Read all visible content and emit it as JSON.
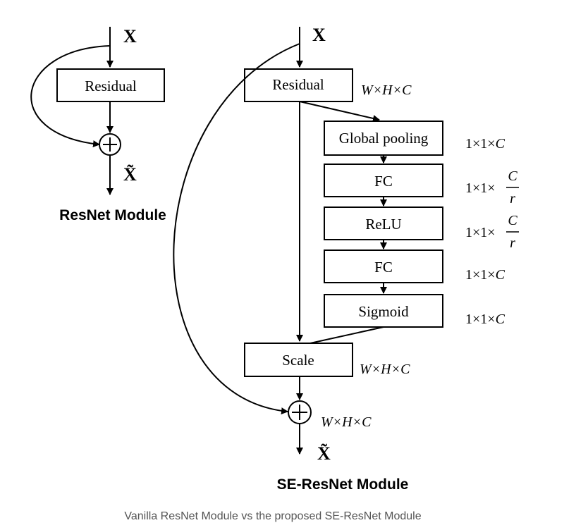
{
  "resnet": {
    "input_label": "X",
    "residual_label": "Residual",
    "output_label": "X̃",
    "title": "ResNet Module"
  },
  "se_resnet": {
    "input_label": "X",
    "residual_label": "Residual",
    "residual_dim": "W×H×C",
    "blocks": [
      {
        "label": "Global pooling",
        "dim_prefix": "1×1×",
        "dim_var": "C"
      },
      {
        "label": "FC",
        "dim_prefix": "1×1×",
        "dim_num": "C",
        "dim_den": "r"
      },
      {
        "label": "ReLU",
        "dim_prefix": "1×1×",
        "dim_num": "C",
        "dim_den": "r"
      },
      {
        "label": "FC",
        "dim_prefix": "1×1×",
        "dim_var": "C"
      },
      {
        "label": "Sigmoid",
        "dim_prefix": "1×1×",
        "dim_var": "C"
      }
    ],
    "scale_label": "Scale",
    "scale_dim": "W×H×C",
    "sum_dim": "W×H×C",
    "output_label": "X̃",
    "title": "SE-ResNet Module"
  },
  "caption": "Vanilla ResNet Module vs the proposed SE-ResNet Module"
}
